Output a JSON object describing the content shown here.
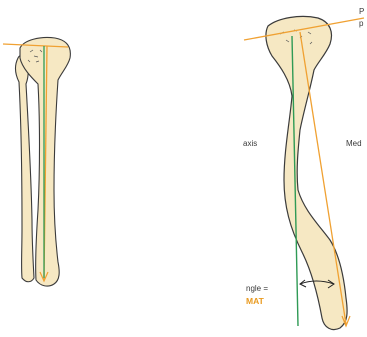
{
  "labels": {
    "top_right_line1": "P",
    "top_right_line2": "p",
    "axis_fragment": "axis",
    "medial_fragment": "Med",
    "angle_label": "ngle =",
    "angle_value": "MAT"
  },
  "colors": {
    "bone_fill": "#f6e8c3",
    "bone_outline": "#3b3b3b",
    "orange_axis": "#f0a132",
    "green_axis": "#2f9a55",
    "text": "#3a3a3a",
    "accent_text": "#e99a1f"
  }
}
